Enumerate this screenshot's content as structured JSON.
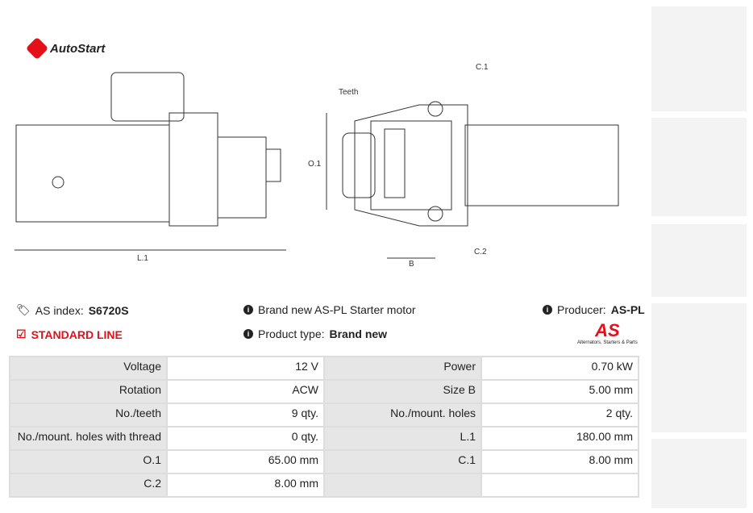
{
  "brand": {
    "name": "AutoStart"
  },
  "diagram": {
    "labels": {
      "l1": "L.1",
      "teeth": "Teeth",
      "c1": "C.1",
      "c2": "C.2",
      "o1": "O.1",
      "b": "B"
    }
  },
  "info": {
    "as_index_label": "AS index:",
    "as_index_value": "S6720S",
    "line": "STANDARD LINE",
    "description": "Brand new AS-PL Starter motor",
    "product_type_label": "Product type:",
    "product_type_value": "Brand new",
    "producer_label": "Producer:",
    "producer_value": "AS-PL",
    "producer_logo": "AS",
    "producer_tagline": "Alternators, Starters & Parts"
  },
  "specs": [
    [
      {
        "label": "Voltage",
        "value": "12 V"
      },
      {
        "label": "Power",
        "value": "0.70 kW"
      }
    ],
    [
      {
        "label": "Rotation",
        "value": "ACW"
      },
      {
        "label": "Size B",
        "value": "5.00 mm"
      }
    ],
    [
      {
        "label": "No./teeth",
        "value": "9 qty."
      },
      {
        "label": "No./mount. holes",
        "value": "2 qty."
      }
    ],
    [
      {
        "label": "No./mount. holes with thread",
        "value": "0 qty."
      },
      {
        "label": "L.1",
        "value": "180.00 mm"
      }
    ],
    [
      {
        "label": "O.1",
        "value": "65.00 mm"
      },
      {
        "label": "C.1",
        "value": "8.00 mm"
      }
    ],
    [
      {
        "label": "C.2",
        "value": "8.00 mm"
      },
      {
        "label": "",
        "value": ""
      }
    ]
  ],
  "colors": {
    "accent": "#e3101a"
  }
}
